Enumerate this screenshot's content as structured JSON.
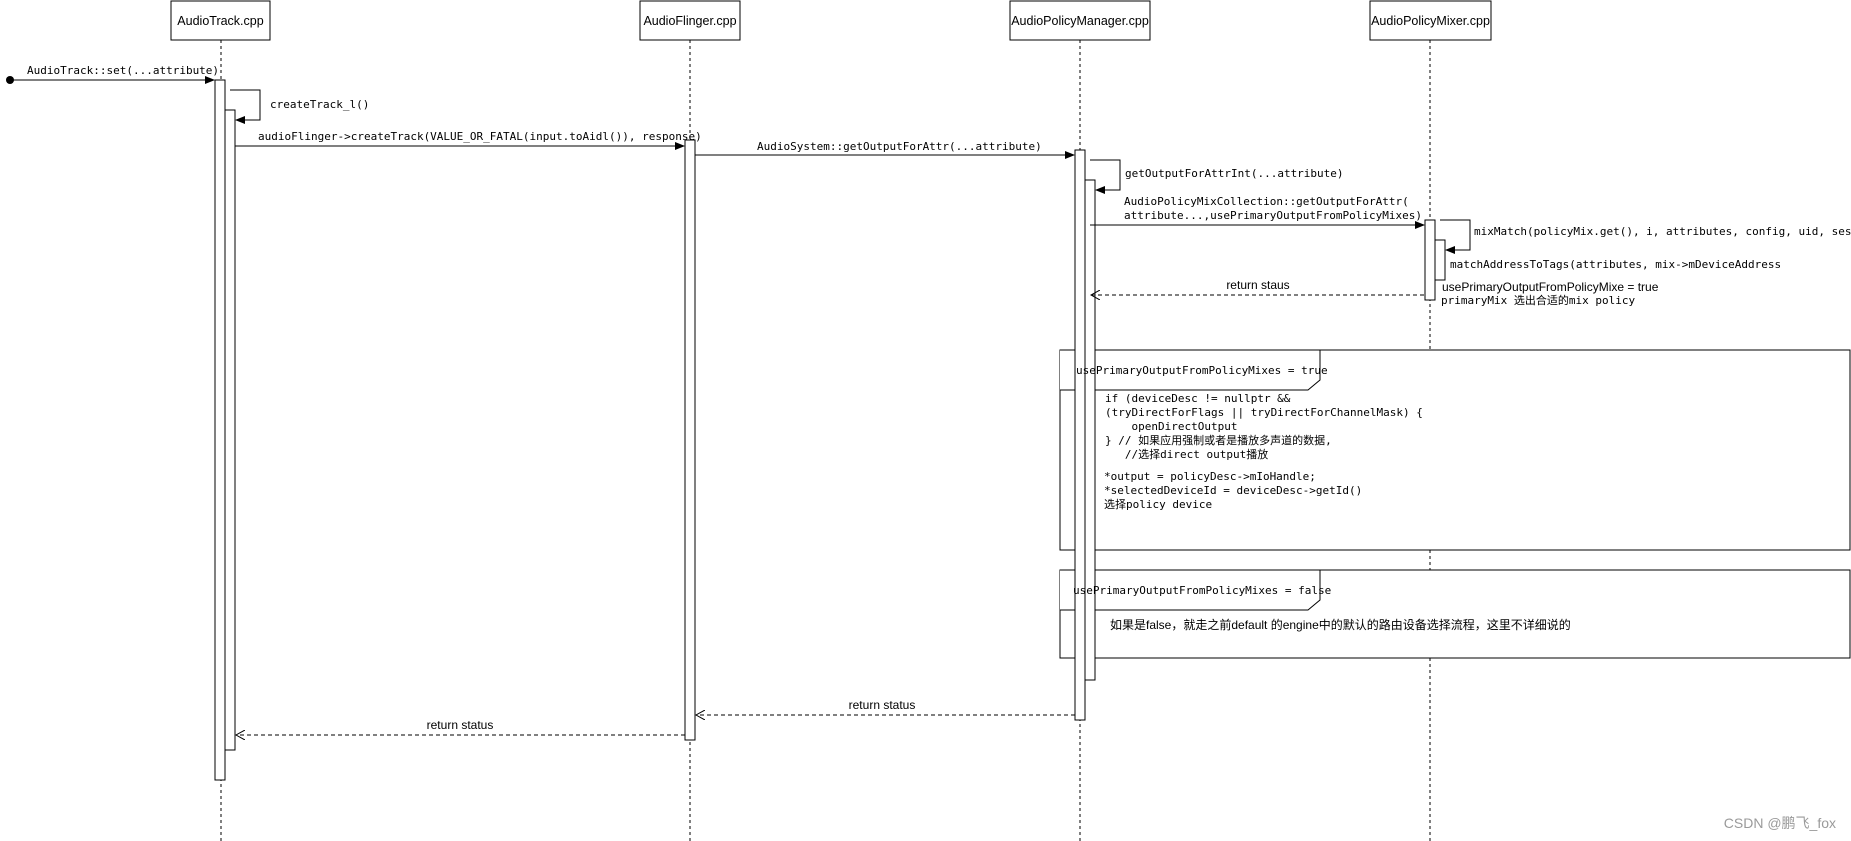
{
  "participants": [
    {
      "id": "audiotrack",
      "label": "AudioTrack.cpp"
    },
    {
      "id": "audioflinger",
      "label": "AudioFlinger.cpp"
    },
    {
      "id": "audiopolicymanager",
      "label": "AudioPolicyManager.cpp"
    },
    {
      "id": "audiopolicymixer",
      "label": "AudioPolicyMixer.cpp"
    }
  ],
  "messages": {
    "set": "AudioTrack::set(...attribute)",
    "create_track_l": "createTrack_l()",
    "create_track": "audioFlinger->createTrack(VALUE_OR_FATAL(input.toAidl()), response)",
    "get_output_for_attr": "AudioSystem::getOutputForAttr(...attribute)",
    "get_output_for_attr_int": "getOutputForAttrInt(...attribute)",
    "mix_collection_line1": "AudioPolicyMixCollection::getOutputForAttr(",
    "mix_collection_line2": "attribute...,usePrimaryOutputFromPolicyMixes)",
    "mix_match": "mixMatch(policyMix.get(), i, attributes, config, uid, session)",
    "match_address": "matchAddressToTags(attributes, mix->mDeviceAddress",
    "return_staus": "return staus",
    "note_line1": "usePrimaryOutputFromPolicyMixe = true",
    "note_line2": "primaryMix 选出合适的mix policy",
    "return_status_apm": "return status",
    "return_status_af": "return status"
  },
  "fragments": {
    "true_block": {
      "label": "usePrimaryOutputFromPolicyMixes = true",
      "lines": [
        "if (deviceDesc != nullptr &&",
        " (tryDirectForFlags || tryDirectForChannelMask) {",
        "    openDirectOutput",
        "} // 如果应用强制或者是播放多声道的数据,",
        "   //选择direct output播放",
        "*output = policyDesc->mIoHandle;",
        "*selectedDeviceId = deviceDesc->getId()",
        "选择policy device"
      ]
    },
    "false_block": {
      "label": "usePrimaryOutputFromPolicyMixes = false",
      "text": "如果是false，就走之前default 的engine中的默认的路由设备选择流程，这里不详细说的"
    }
  },
  "watermark": "CSDN @鹏飞_fox"
}
